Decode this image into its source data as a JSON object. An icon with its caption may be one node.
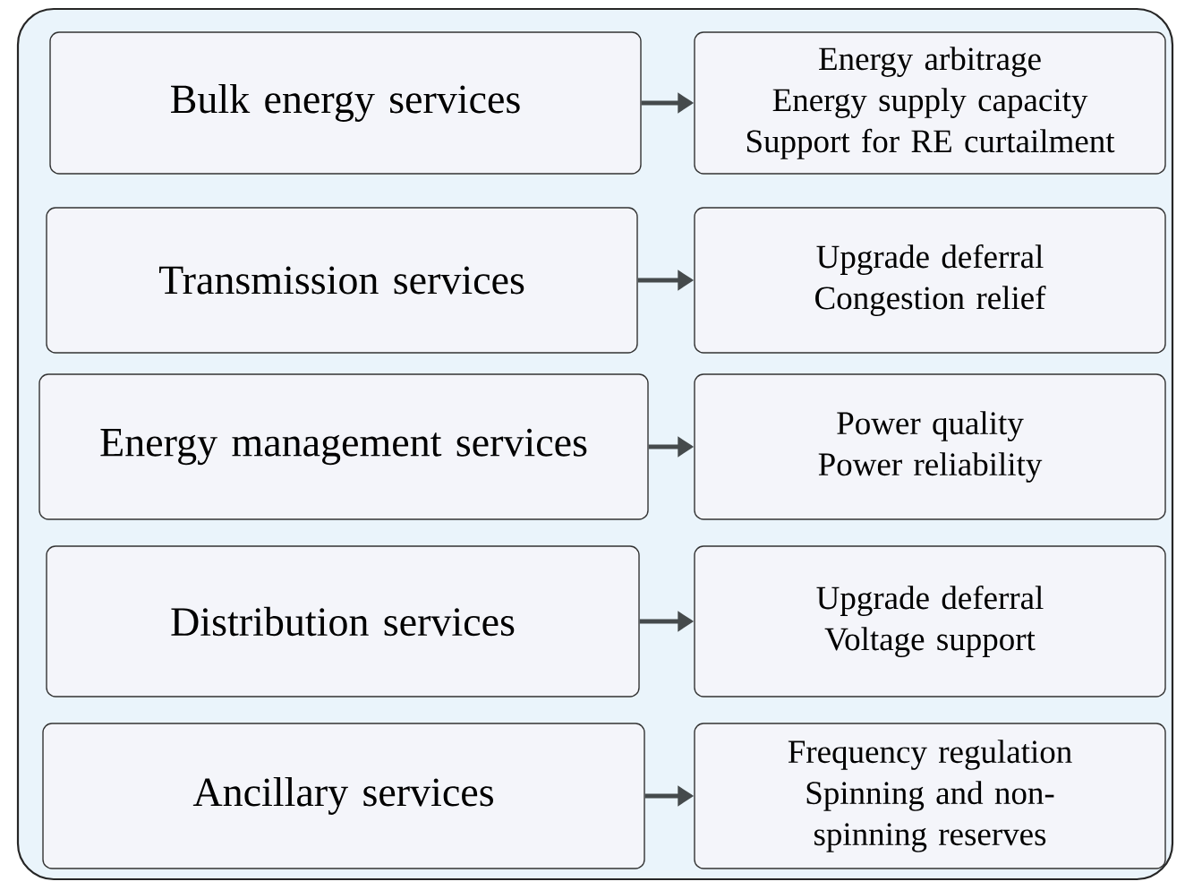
{
  "diagram": {
    "nodes": [
      {
        "text": [],
        "shape": "box"
      },
      {
        "text": [
          "Bulk energy services"
        ],
        "in": 0
      },
      {
        "text": [
          "Energy arbitrage",
          "Energy supply capacity",
          "Support for RE curtailment"
        ],
        "in": 0
      },
      {
        "text": [
          "Transmission services"
        ],
        "in": 0
      },
      {
        "text": [
          "Upgrade deferral",
          "Congestion relief"
        ],
        "in": 0
      },
      {
        "text": [
          "Energy management services"
        ],
        "in": 0
      },
      {
        "text": [
          "Power quality",
          "Power reliability"
        ],
        "in": 0
      },
      {
        "text": [
          "Distribution services"
        ],
        "in": 0
      },
      {
        "text": [
          "Upgrade deferral",
          "Voltage support"
        ],
        "in": 0
      },
      {
        "text": [
          "Ancillary services"
        ],
        "in": 0
      },
      {
        "text": [
          "Frequency regulation",
          "Spinning and non- spinning reserves"
        ],
        "in": 0
      }
    ],
    "edges": [
      {
        "from": 1,
        "to": 2,
        "arrow": "to"
      },
      {
        "from": 3,
        "to": 4,
        "arrow": "to"
      },
      {
        "from": 5,
        "to": 6,
        "arrow": "to"
      },
      {
        "from": 7,
        "to": 8,
        "arrow": "to"
      },
      {
        "from": 9,
        "to": 10,
        "arrow": "to"
      }
    ]
  }
}
